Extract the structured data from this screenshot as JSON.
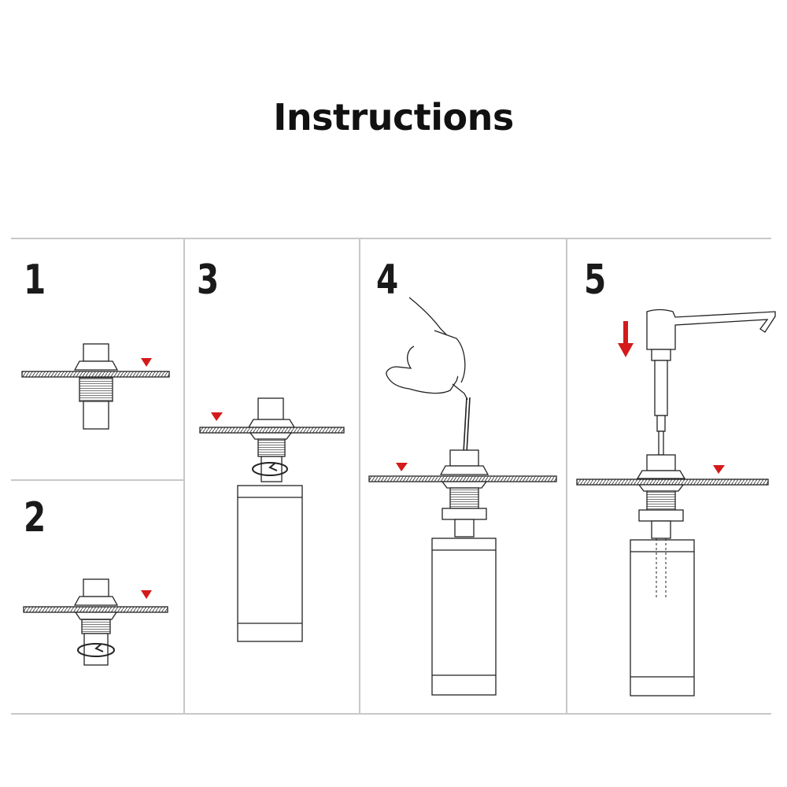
{
  "title": "Instructions",
  "steps": [
    {
      "number": "1"
    },
    {
      "number": "2"
    },
    {
      "number": "3"
    },
    {
      "number": "4"
    },
    {
      "number": "5"
    }
  ],
  "colors": {
    "frame": "#c8c8c8",
    "ink": "#222222",
    "marker": "#d41a1a"
  },
  "icons": {
    "marker": "red-triangle-icon",
    "rotate": "rotate-arrow-icon",
    "down": "down-arrow-icon",
    "hand": "hand-pouring-icon"
  }
}
